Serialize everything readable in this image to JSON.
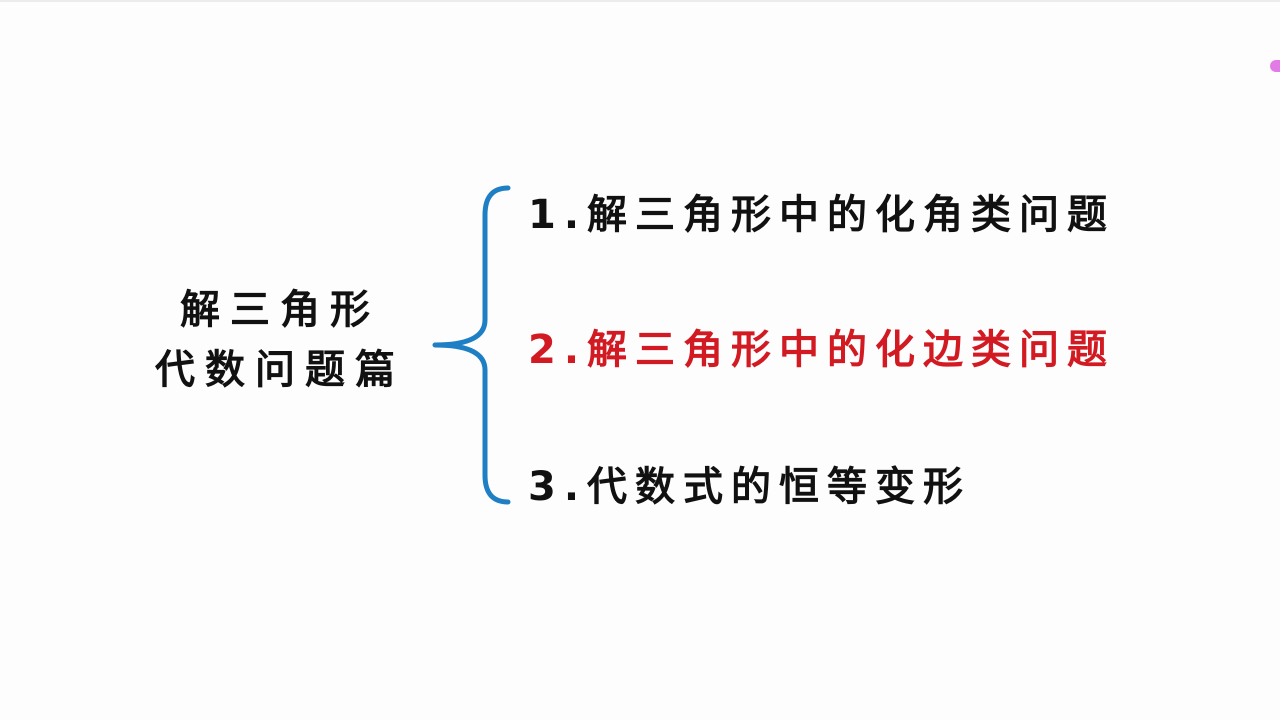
{
  "main_topic": {
    "line1": "解三角形",
    "line2": "代数问题篇"
  },
  "branches": [
    {
      "label": "1.解三角形中的化角类问题",
      "color": "#111111"
    },
    {
      "label": "2.解三角形中的化边类问题",
      "color": "#d21a22"
    },
    {
      "label": "3.代数式的恒等变形",
      "color": "#111111"
    }
  ],
  "colors": {
    "brace": "#1f7fc4",
    "text": "#111111",
    "highlight": "#d21a22",
    "edge_dot": "#e27be6",
    "background": "#fdfdfd"
  }
}
